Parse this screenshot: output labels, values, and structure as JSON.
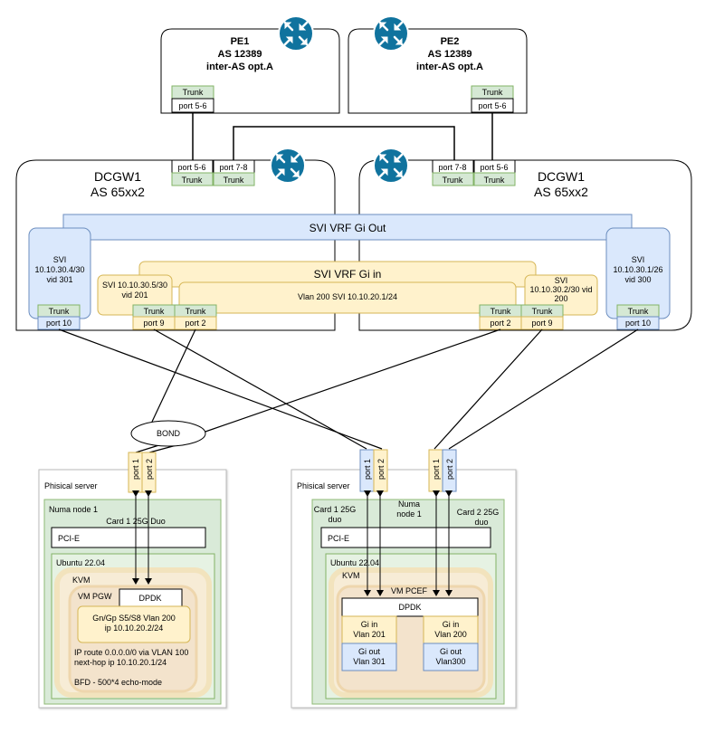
{
  "pe1": {
    "name": "PE1",
    "as": "AS 12389",
    "mode": "inter-AS opt.A",
    "trunk": "Trunk",
    "port": "port 5-6"
  },
  "pe2": {
    "name": "PE2",
    "as": "AS 12389",
    "mode": "inter-AS opt.A",
    "trunk": "Trunk",
    "port": "port 5-6"
  },
  "dcgw_left": {
    "name": "DCGW1",
    "as": "AS 65xx2",
    "up_ports": [
      {
        "port": "port 5-6",
        "trunk": "Trunk"
      },
      {
        "port": "port 7-8",
        "trunk": "Trunk"
      }
    ],
    "svi_out": {
      "title": "SVI",
      "ip": "10.10.30.4/30",
      "vid": "vid 301"
    },
    "svi_in": {
      "title": "SVI 10.10.30.5/30",
      "vid": "vid 201"
    },
    "down_ports": [
      {
        "trunk": "Trunk",
        "port": "port 10"
      },
      {
        "trunk": "Trunk",
        "port": "port 9"
      },
      {
        "trunk": "Trunk",
        "port": "port 2"
      }
    ]
  },
  "dcgw_right": {
    "name": "DCGW1",
    "as": "AS 65xx2",
    "up_ports": [
      {
        "port": "port 7-8",
        "trunk": "Trunk"
      },
      {
        "port": "port 5-6",
        "trunk": "Trunk"
      }
    ],
    "svi_out": {
      "title": "SVI",
      "ip": "10.10.30.1/26",
      "vid": "vid 300"
    },
    "svi_in": {
      "title": "SVI",
      "ip": "10.10.30.2/30 vid",
      "vid": "200"
    },
    "down_ports": [
      {
        "trunk": "Trunk",
        "port": "port 2"
      },
      {
        "trunk": "Trunk",
        "port": "port 9"
      },
      {
        "trunk": "Trunk",
        "port": "port 10"
      }
    ]
  },
  "vrf_out": "SVI VRF Gi Out",
  "vrf_in": "SVI VRF Gi in",
  "vlan200": "Vlan 200 SVI 10.10.20.1/24",
  "bond": "BOND",
  "server_left": {
    "title": "Phisical server",
    "numa": "Numa node 1",
    "card": "Card 1 25G Duo",
    "pcie": "PCI-E",
    "os": "Ubuntu 22.04",
    "kvm": "KVM",
    "vm": "VM PGW",
    "dpdk": "DPDK",
    "ports": [
      "port 1",
      "port 2"
    ],
    "gn_line1": "Gn/Gp S5/S8 Vlan 200",
    "gn_line2": "ip 10.10.20.2/24",
    "route_line1": "IP route 0.0.0.0/0 via VLAN 100",
    "route_line2": "next-hop ip 10.10.20.1/24",
    "bfd": "BFD - 500*4 echo-mode"
  },
  "server_right": {
    "title": "Phisical server",
    "card1_l1": "Card 1 25G",
    "card1_l2": "duo",
    "numa_l1": "Numa",
    "numa_l2": "node 1",
    "card2_l1": "Card 2 25G",
    "card2_l2": "duo",
    "pcie": "PCI-E",
    "os": "Ubuntu 22.04",
    "kvm": "KVM",
    "vm": "VM PCEF",
    "dpdk": "DPDK",
    "ports_card1": [
      "port 1",
      "port 2"
    ],
    "ports_card2": [
      "port 1",
      "port 2"
    ],
    "gi_in_201_l1": "Gi in",
    "gi_in_201_l2": "Vlan 201",
    "gi_in_200_l1": "Gi in",
    "gi_in_200_l2": "Vlan 200",
    "gi_out_301_l1": "Gi out",
    "gi_out_301_l2": "Vlan 301",
    "gi_out_300_l1": "Gi out",
    "gi_out_300_l2": "Vlan300"
  },
  "colors": {
    "green": "#d5e8d4",
    "green_stroke": "#82b366",
    "blue": "#dae8fc",
    "blue_stroke": "#6c8ebf",
    "yellow": "#fff2cc",
    "yellow_stroke": "#d6b656",
    "kvm": "#f7ecd6",
    "router": "#10739e"
  }
}
